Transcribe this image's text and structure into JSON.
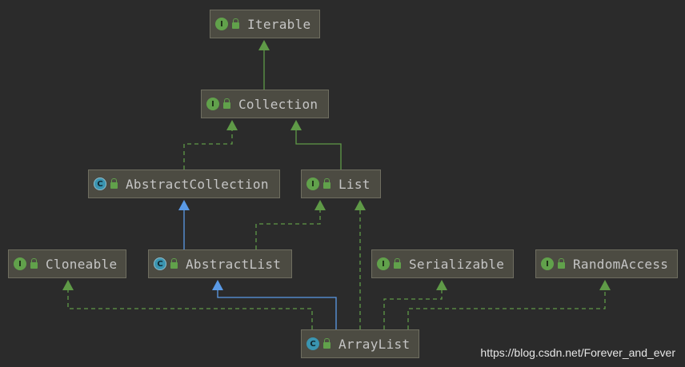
{
  "diagram": {
    "nodes": [
      {
        "id": "iterable",
        "label": "Iterable",
        "kind": "interface",
        "badge": "I"
      },
      {
        "id": "collection",
        "label": "Collection",
        "kind": "interface",
        "badge": "I"
      },
      {
        "id": "abstractcollection",
        "label": "AbstractCollection",
        "kind": "abstract",
        "badge": "C"
      },
      {
        "id": "list",
        "label": "List",
        "kind": "interface",
        "badge": "I"
      },
      {
        "id": "cloneable",
        "label": "Cloneable",
        "kind": "interface",
        "badge": "I"
      },
      {
        "id": "abstractlist",
        "label": "AbstractList",
        "kind": "abstract",
        "badge": "C"
      },
      {
        "id": "serializable",
        "label": "Serializable",
        "kind": "interface",
        "badge": "I"
      },
      {
        "id": "randomaccess",
        "label": "RandomAccess",
        "kind": "interface",
        "badge": "I"
      },
      {
        "id": "arraylist",
        "label": "ArrayList",
        "kind": "class",
        "badge": "C"
      }
    ],
    "edges": [
      {
        "from": "collection",
        "to": "iterable",
        "type": "extends"
      },
      {
        "from": "abstractcollection",
        "to": "collection",
        "type": "implements"
      },
      {
        "from": "list",
        "to": "collection",
        "type": "extends"
      },
      {
        "from": "abstractlist",
        "to": "abstractcollection",
        "type": "class-extends"
      },
      {
        "from": "abstractlist",
        "to": "list",
        "type": "implements"
      },
      {
        "from": "arraylist",
        "to": "abstractlist",
        "type": "class-extends"
      },
      {
        "from": "arraylist",
        "to": "list",
        "type": "implements"
      },
      {
        "from": "arraylist",
        "to": "cloneable",
        "type": "implements"
      },
      {
        "from": "arraylist",
        "to": "serializable",
        "type": "implements"
      },
      {
        "from": "arraylist",
        "to": "randomaccess",
        "type": "implements"
      }
    ],
    "colors": {
      "interface_edge": "#5f9a47",
      "class_edge": "#5a9ae6",
      "node_bg": "#4c4b42",
      "node_border": "#6f6e60",
      "background": "#2b2b2b"
    }
  },
  "watermark": "https://blog.csdn.net/Forever_and_ever"
}
